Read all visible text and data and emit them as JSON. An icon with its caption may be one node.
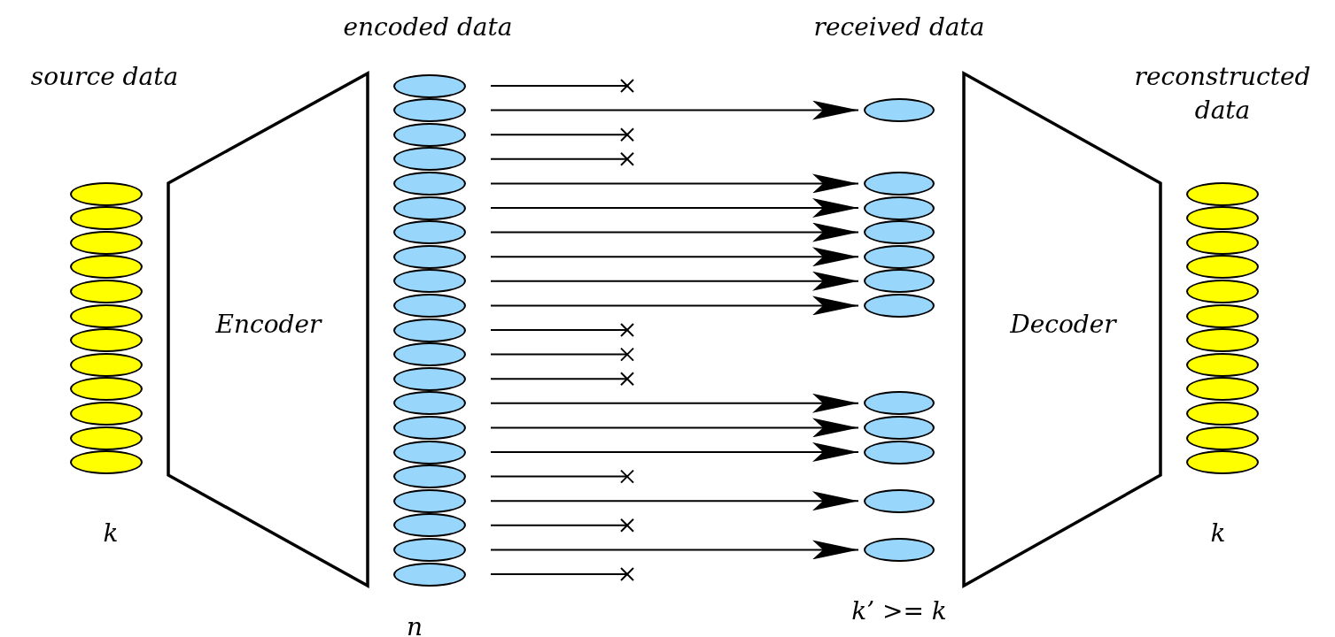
{
  "diagram": {
    "nodes": [
      {
        "text": [],
        "shape": "oval"
      },
      {
        "text": [],
        "shape": "oval"
      },
      {
        "text": [],
        "shape": "oval"
      },
      {
        "text": [],
        "shape": "oval"
      },
      {
        "text": [],
        "shape": "oval"
      },
      {
        "text": [],
        "shape": "oval"
      },
      {
        "text": [],
        "shape": "oval"
      },
      {
        "text": [],
        "shape": "oval"
      },
      {
        "text": [],
        "shape": "oval"
      },
      {
        "text": [],
        "shape": "oval"
      },
      {
        "text": [],
        "shape": "oval"
      },
      {
        "text": [],
        "shape": "oval"
      },
      {
        "text": [
          "Encoder"
        ]
      },
      {
        "text": [],
        "shape": "oval"
      },
      {
        "text": [],
        "shape": "oval"
      },
      {
        "text": [],
        "shape": "oval"
      },
      {
        "text": [],
        "shape": "oval"
      },
      {
        "text": [],
        "shape": "oval"
      },
      {
        "text": [],
        "shape": "oval"
      },
      {
        "text": [],
        "shape": "oval"
      },
      {
        "text": [],
        "shape": "oval"
      },
      {
        "text": [],
        "shape": "oval"
      },
      {
        "text": [],
        "shape": "oval"
      },
      {
        "text": [],
        "shape": "oval"
      },
      {
        "text": [],
        "shape": "oval"
      },
      {
        "text": [],
        "shape": "oval"
      },
      {
        "text": [],
        "shape": "oval"
      },
      {
        "text": [],
        "shape": "oval"
      },
      {
        "text": [],
        "shape": "oval"
      },
      {
        "text": [],
        "shape": "oval"
      },
      {
        "text": [],
        "shape": "oval"
      },
      {
        "text": [],
        "shape": "oval"
      },
      {
        "text": [],
        "shape": "oval"
      },
      {
        "text": [],
        "shape": "oval"
      },
      {
        "text": [],
        "shape": "oval"
      },
      {
        "text": [],
        "shape": "oval"
      },
      {
        "text": [],
        "shape": "oval"
      },
      {
        "text": [],
        "shape": "oval"
      },
      {
        "text": [],
        "shape": "oval"
      },
      {
        "text": [],
        "shape": "oval"
      },
      {
        "text": [],
        "shape": "oval"
      },
      {
        "text": [],
        "shape": "oval"
      },
      {
        "text": [],
        "shape": "oval"
      },
      {
        "text": [],
        "shape": "oval"
      },
      {
        "text": [],
        "shape": "oval"
      },
      {
        "text": [],
        "shape": "oval"
      },
      {
        "text": [
          "Decoder"
        ]
      },
      {
        "text": [],
        "shape": "oval"
      },
      {
        "text": [],
        "shape": "oval"
      },
      {
        "text": [],
        "shape": "oval"
      },
      {
        "text": [],
        "shape": "oval"
      },
      {
        "text": [],
        "shape": "oval"
      },
      {
        "text": [],
        "shape": "oval"
      },
      {
        "text": [],
        "shape": "oval"
      },
      {
        "text": [],
        "shape": "oval"
      },
      {
        "text": [],
        "shape": "oval"
      },
      {
        "text": [],
        "shape": "oval"
      },
      {
        "text": [],
        "shape": "oval"
      },
      {
        "text": [],
        "shape": "oval"
      }
    ],
    "edges": [
      {
        "from": 13,
        "to": null,
        "arrow": "other"
      },
      {
        "from": 14,
        "to": 34,
        "arrow": "to"
      },
      {
        "from": 15,
        "to": null,
        "arrow": "other"
      },
      {
        "from": 16,
        "to": null,
        "arrow": "other"
      },
      {
        "from": 17,
        "to": 35,
        "arrow": "to"
      },
      {
        "from": 18,
        "to": 36,
        "arrow": "to"
      },
      {
        "from": 19,
        "to": 37,
        "arrow": "to"
      },
      {
        "from": 20,
        "to": 38,
        "arrow": "to"
      },
      {
        "from": 21,
        "to": 39,
        "arrow": "to"
      },
      {
        "from": 22,
        "to": 40,
        "arrow": "to"
      },
      {
        "from": 23,
        "to": null,
        "arrow": "other"
      },
      {
        "from": 24,
        "to": null,
        "arrow": "other"
      },
      {
        "from": 25,
        "to": null,
        "arrow": "other"
      },
      {
        "from": 26,
        "to": 41,
        "arrow": "to"
      },
      {
        "from": 27,
        "to": 42,
        "arrow": "to"
      },
      {
        "from": 28,
        "to": 43,
        "arrow": "to"
      },
      {
        "from": 29,
        "to": null,
        "arrow": "other"
      },
      {
        "from": 30,
        "to": 44,
        "arrow": "to"
      },
      {
        "from": 31,
        "to": null,
        "arrow": "other"
      },
      {
        "from": 32,
        "to": 45,
        "arrow": "to"
      },
      {
        "from": 33,
        "to": null,
        "arrow": "other"
      }
    ],
    "labels": [
      "encoded data",
      "received data",
      "source data",
      "reconstructed data",
      "k",
      "k",
      "n",
      "k’ >= k"
    ]
  }
}
